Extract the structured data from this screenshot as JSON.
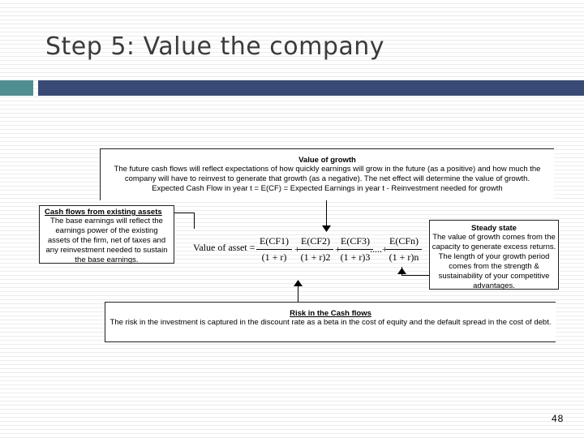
{
  "slide": {
    "title": "Step 5: Value the company",
    "page_number": "48"
  },
  "value_of_growth": {
    "heading": "Value of growth",
    "body": "The future cash flows will reflect expectations of how quickly earnings will grow in the future (as a positive) and how much the company will have to reinvest to generate that growth (as a negative). The net effect will determine the value of growth.",
    "expected_line": "Expected Cash Flow in year t = E(CF) = Expected Earnings in year t - Reinvestment needed for growth"
  },
  "cash_flows_assets": {
    "heading": "Cash flows from existing assets",
    "body": "The base earnings will reflect the earnings power of the existing assets of the firm, net of taxes and any reinvestment needed to sustain the base earnings."
  },
  "steady_state": {
    "heading": "Steady state",
    "body": "The value of growth comes from the capacity to generate excess returns. The length of your growth period comes from the strength & sustainability of your competitive advantages."
  },
  "risk": {
    "heading": "Risk in the Cash flows",
    "body": "The risk in the investment is captured in the discount rate as a beta in the cost of equity and the default spread in the cost of debt."
  },
  "equation": {
    "label": "Value of asset =",
    "terms": [
      {
        "num": "E(CF1)",
        "den": "(1 + r)"
      },
      {
        "num": "E(CF2)",
        "den": "(1 + r)2"
      },
      {
        "num": "E(CF3)",
        "den": "(1 + r)3"
      },
      {
        "num": "E(CFn)",
        "den": "(1 + r)n"
      }
    ],
    "plus": "+",
    "ellipsis": ".....+"
  }
}
